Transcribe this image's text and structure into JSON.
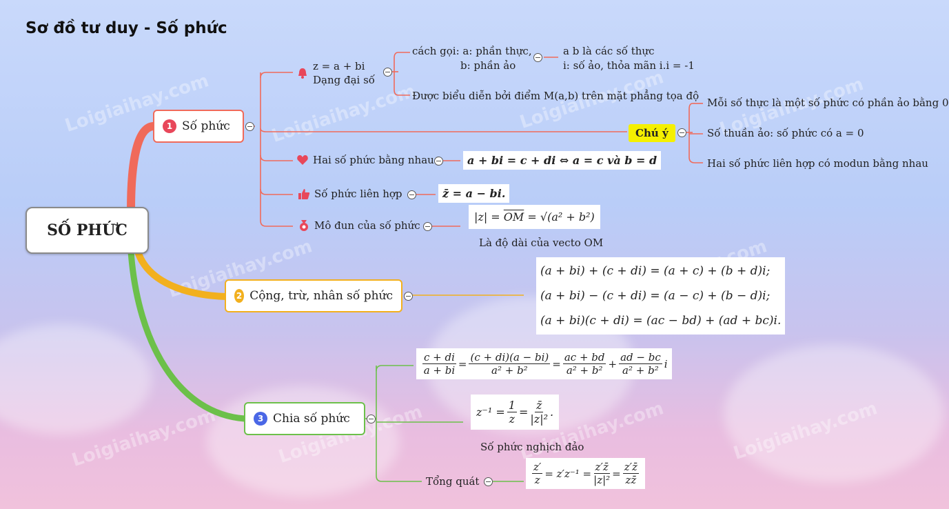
{
  "title": "Sơ đồ tư duy - Số phức",
  "root": "SỐ PHỨC",
  "watermark": "Loigiaihay.com",
  "colors": {
    "branch1": "#f06a5a",
    "branch2": "#f2b01e",
    "branch3": "#6cc04a",
    "chu_y": "#f5f000"
  },
  "branch1": {
    "num": "1",
    "label": "Số phức",
    "dang_dai_so": {
      "line1": "z = a + bi",
      "line2": "Dạng đại số",
      "icon": "bell-icon"
    },
    "cach_goi": {
      "line1": "cách gọi: a: phần thực,",
      "line2": "b: phần ảo"
    },
    "abc": {
      "line1": "a b là các số thực",
      "line2": "i: số ảo, thỏa mãn i.i = -1"
    },
    "bieu_dien": "Được biểu diễn bởi điểm M(a,b) trên mặt phẳng tọa độ",
    "chu_y": {
      "label": "Chú ý",
      "items": [
        "Mỗi số thực là một số phức có phần ảo bằng 0",
        "Số thuần ảo: số phức có a = 0",
        "Hai số phức liên hợp có modun bằng nhau"
      ]
    },
    "hai_so_bang": {
      "label": "Hai số phức bằng nhau",
      "formula": "a + bi = c + di ⇔ a = c và b = d",
      "icon": "heart-icon"
    },
    "lien_hop": {
      "label": "Số phức liên hợp",
      "formula": "z̄ = a − bi.",
      "icon": "thumbs-up-icon"
    },
    "mo_dun": {
      "label": "Mô đun của số phức",
      "formula_lhs": "|z| = ",
      "formula_vec": "OM",
      "formula_rhs": " = √(a² + b²)",
      "caption": "Là độ dài của vecto OM",
      "icon": "medal-icon"
    }
  },
  "branch2": {
    "num": "2",
    "label": "Cộng, trừ, nhân số phức",
    "formulas": [
      "(a + bi) + (c + di) = (a + c) + (b + d)i;",
      "(a + bi) − (c + di) = (a − c) + (b − d)i;",
      "(a + bi)(c + di) = (ac − bd) + (ad + bc)i."
    ]
  },
  "branch3": {
    "num": "3",
    "label": "Chia số phức",
    "div": {
      "f1n": "c + di",
      "f1d": "a + bi",
      "f2n": "(c + di)(a − bi)",
      "f2d": "a² + b²",
      "f3n": "ac + bd",
      "f3d": "a² + b²",
      "f4n": "ad − bc",
      "f4d": "a² + b²"
    },
    "inv": {
      "lhs": "z⁻¹ =",
      "f1n": "1",
      "f1d": "z",
      "f2n": "z̄",
      "f2d": "|z|²",
      "caption": "Số phức nghịch đảo"
    },
    "general": {
      "label": "Tổng quát",
      "f1n": "z′",
      "f1d": "z",
      "mid": "= z′z⁻¹ =",
      "f2n": "z′z̄",
      "f2d": "|z|²",
      "f3n": "z′z̄",
      "f3d": "zz̄"
    }
  }
}
